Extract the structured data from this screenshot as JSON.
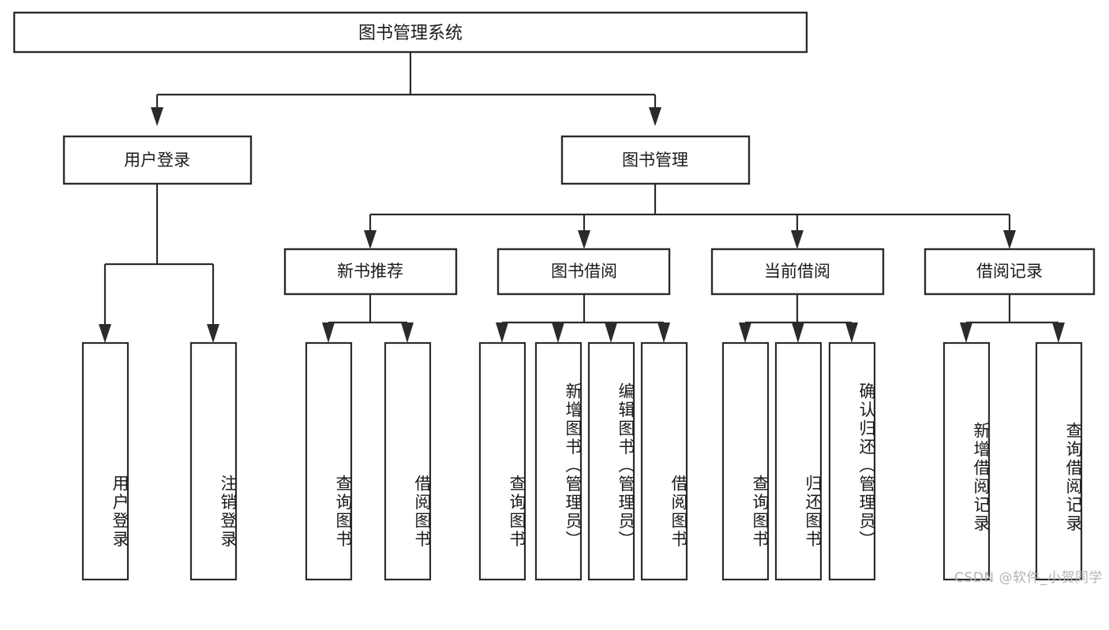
{
  "diagram": {
    "title": "图书管理系统",
    "type": "tree",
    "orientation": "top-down",
    "box_fill": "#ffffff",
    "box_stroke": "#2b2b2b",
    "text_color": "#1a1a1a",
    "background": "#ffffff"
  },
  "root": {
    "label": "图书管理系统"
  },
  "level1": [
    {
      "label": "用户登录"
    },
    {
      "label": "图书管理"
    }
  ],
  "level2": [
    {
      "label": "新书推荐"
    },
    {
      "label": "图书借阅"
    },
    {
      "label": "当前借阅"
    },
    {
      "label": "借阅记录"
    }
  ],
  "leaves": {
    "user_login": [
      {
        "label": "用户登录"
      },
      {
        "label": "注销登录"
      }
    ],
    "new_book_recommend": [
      {
        "label": "查询图书"
      },
      {
        "label": "借阅图书"
      }
    ],
    "book_borrow": [
      {
        "label": "查询图书"
      },
      {
        "label": "新增图书（管理员）"
      },
      {
        "label": "编辑图书（管理员）"
      },
      {
        "label": "借阅图书"
      }
    ],
    "current_borrow": [
      {
        "label": "查询图书"
      },
      {
        "label": "归还图书"
      },
      {
        "label": "确认归还（管理员）"
      }
    ],
    "borrow_record": [
      {
        "label": "新增借阅记录"
      },
      {
        "label": "查询借阅记录"
      }
    ]
  },
  "watermark": {
    "text": "CSDN @软件_小贺同学"
  }
}
